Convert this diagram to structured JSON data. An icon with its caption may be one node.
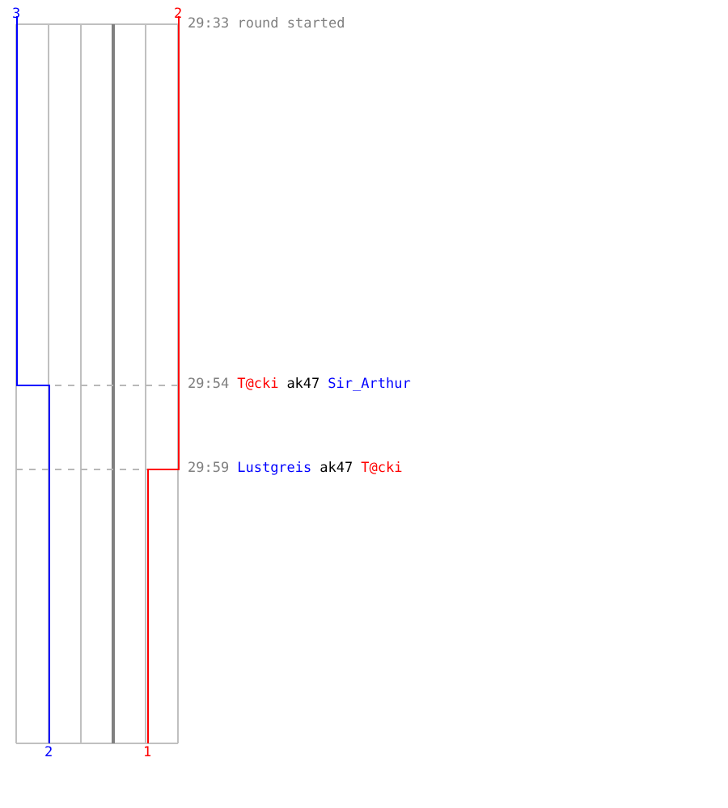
{
  "diagram": {
    "labels": [
      "3",
      "2",
      "29:33 round started",
      "29:54",
      "T@cki",
      "ak47",
      "Sir_Arthur",
      "29:59",
      "Lustgreis",
      "ak47",
      "T@cki",
      "2",
      "1"
    ]
  }
}
